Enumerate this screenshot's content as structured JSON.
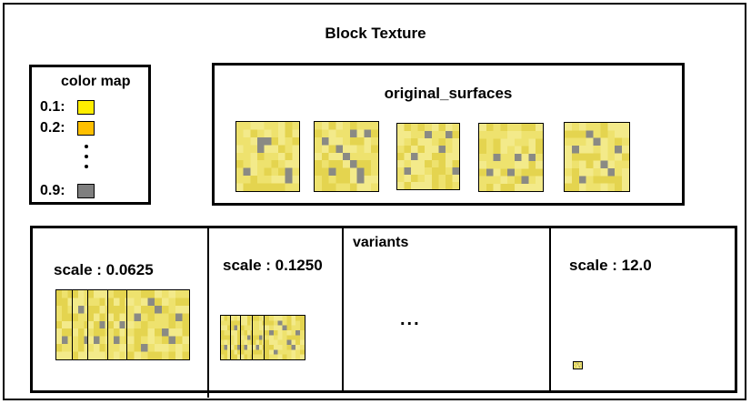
{
  "title": "Block Texture",
  "color_map": {
    "title": "color map",
    "entries": [
      {
        "label": "0.1:",
        "color": "#ffee00"
      },
      {
        "label": "0.2:",
        "color": "#ffc000"
      },
      {
        "label": "0.9:",
        "color": "#7f7f7f"
      }
    ]
  },
  "original_surfaces": {
    "title": "original_surfaces"
  },
  "variants": {
    "title": "variants",
    "ellipsis": "...",
    "scales": [
      {
        "label": "scale : 0.0625"
      },
      {
        "label": "scale : 0.1250"
      },
      {
        "label": "scale : 12.0"
      }
    ]
  },
  "colors": {
    "texture_base": "#eee26e",
    "texture_light": "#f3ea8a",
    "texture_dark": "#e4d44f",
    "texture_gray": "#8a8a84"
  }
}
